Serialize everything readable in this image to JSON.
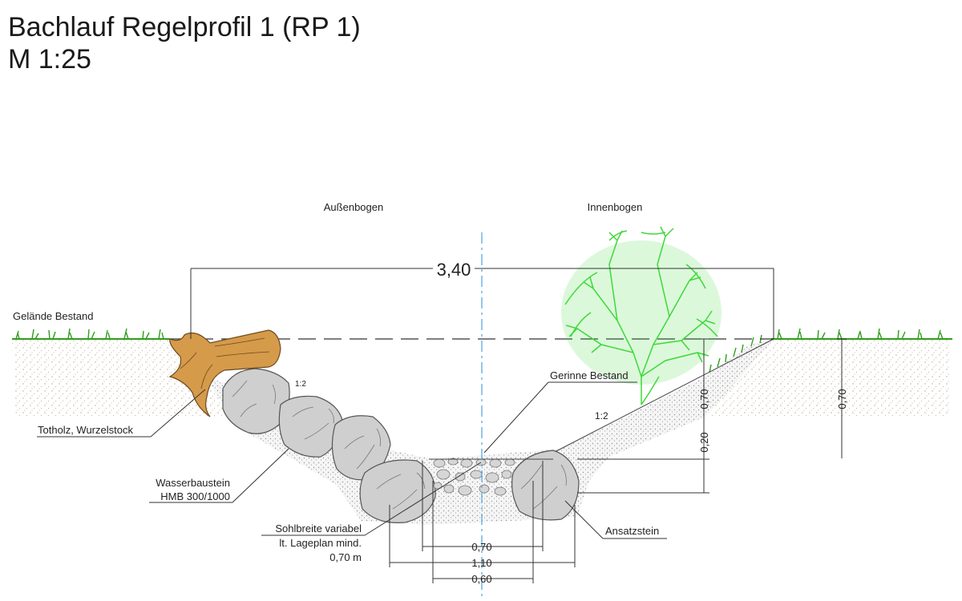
{
  "title": {
    "line1": "Bachlauf Regelprofil 1 (RP 1)",
    "line2": "M 1:25"
  },
  "labels": {
    "aussenbogen": "Außenbogen",
    "innenbogen": "Innenbogen",
    "gelaende": "Gelände Bestand",
    "totholz": "Totholz, Wurzelstock",
    "wasserbaustein_1": "Wasserbaustein",
    "wasserbaustein_2": "HMB 300/1000",
    "sohlbreite_1": "Sohlbreite variabel",
    "sohlbreite_2": "lt. Lageplan mind.",
    "sohlbreite_3": "0,70 m",
    "gerinne": "Gerinne Bestand",
    "ansatzstein": "Ansatzstein",
    "slope_left": "1:2",
    "slope_right": "1:2"
  },
  "dimensions": {
    "total_width": "3,40",
    "bottom_070": "0,70",
    "bottom_110": "1,10",
    "bottom_060": "0,60",
    "height_070_a": "0,70",
    "height_020": "0,20",
    "height_070_b": "0,70"
  },
  "colors": {
    "grass": "#2e9e1a",
    "tree": "#3fd93a",
    "rootstock": "#d59a4a",
    "stone_fill": "#cfcfcf",
    "stone_stroke": "#555555",
    "soil_dot": "#b9a98a",
    "axis": "#4aa3df"
  }
}
